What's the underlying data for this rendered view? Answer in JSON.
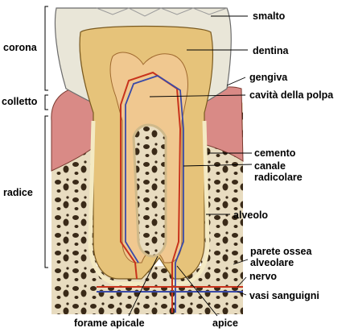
{
  "labels": {
    "smalto": "smalto",
    "dentina": "dentina",
    "gengiva": "gengiva",
    "cavita": "cavità della polpa",
    "cemento": "cemento",
    "canale_line1": "canale",
    "canale_line2": "radicolare",
    "alveolo": "alveolo",
    "parete_line1": "parete ossea",
    "parete_line2": "alveolare",
    "nervo": "nervo",
    "vasi": "vasi sanguigni",
    "forame": "forame apicale",
    "apice": "apice",
    "corona": "corona",
    "colletto": "colletto",
    "radice": "radice"
  },
  "colors": {
    "enamel": "#e9e6d8",
    "dentin": "#e6c37a",
    "pulp": "#f0c890",
    "gum": "#d98a86",
    "bone_spongy": "#e8dcc0",
    "bone_hole": "#3a2a18",
    "cementum": "#f4eac4",
    "nerve": "#c8331c",
    "vessel": "#3a4aa8"
  }
}
